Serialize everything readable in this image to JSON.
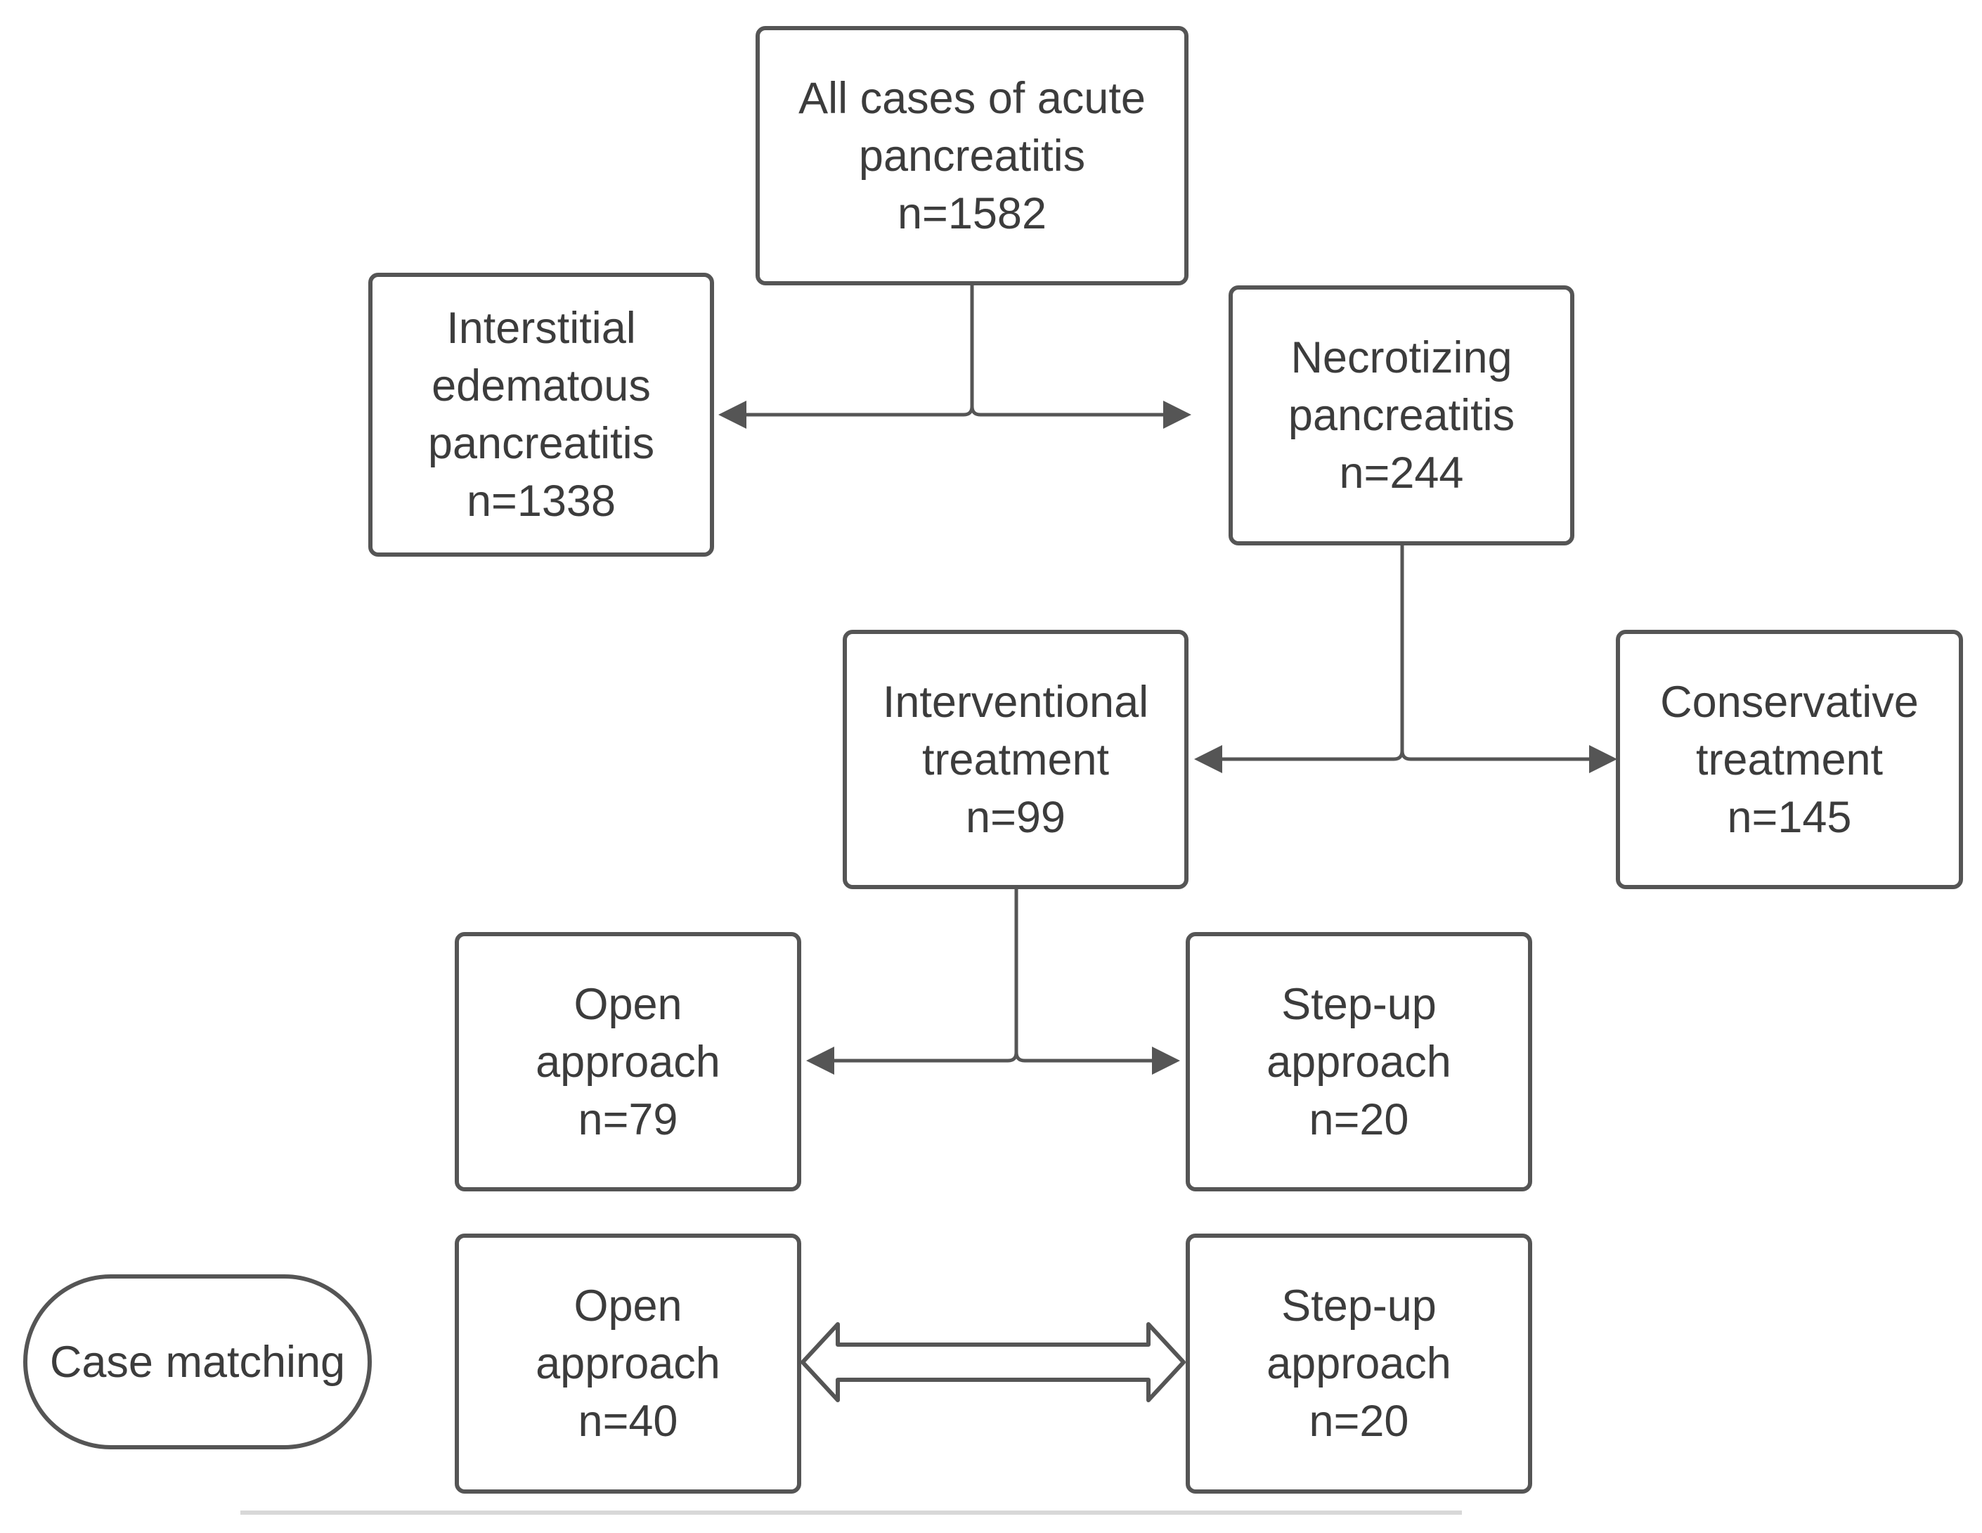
{
  "nodes": {
    "all_cases": {
      "line1": "All cases of acute",
      "line2": "pancreatitis",
      "line3": "n=1582"
    },
    "interstitial": {
      "line1": "Interstitial",
      "line2": "edematous",
      "line3": "pancreatitis",
      "line4": "n=1338"
    },
    "necrotizing": {
      "line1": "Necrotizing",
      "line2": "pancreatitis",
      "line3": "n=244"
    },
    "interventional": {
      "line1": "Interventional",
      "line2": "treatment",
      "line3": "n=99"
    },
    "conservative": {
      "line1": "Conservative",
      "line2": "treatment",
      "line3": "n=145"
    },
    "open_all": {
      "line1": "Open",
      "line2": "approach",
      "line3": "n=79"
    },
    "stepup_all": {
      "line1": "Step-up",
      "line2": "approach",
      "line3": "n=20"
    },
    "open_matched": {
      "line1": "Open",
      "line2": "approach",
      "line3": "n=40"
    },
    "stepup_matched": {
      "line1": "Step-up",
      "line2": "approach",
      "line3": "n=20"
    }
  },
  "case_matching_label": "Case matching",
  "colors": {
    "stroke": "#555555",
    "text": "#3c3c3c",
    "background": "#ffffff"
  }
}
